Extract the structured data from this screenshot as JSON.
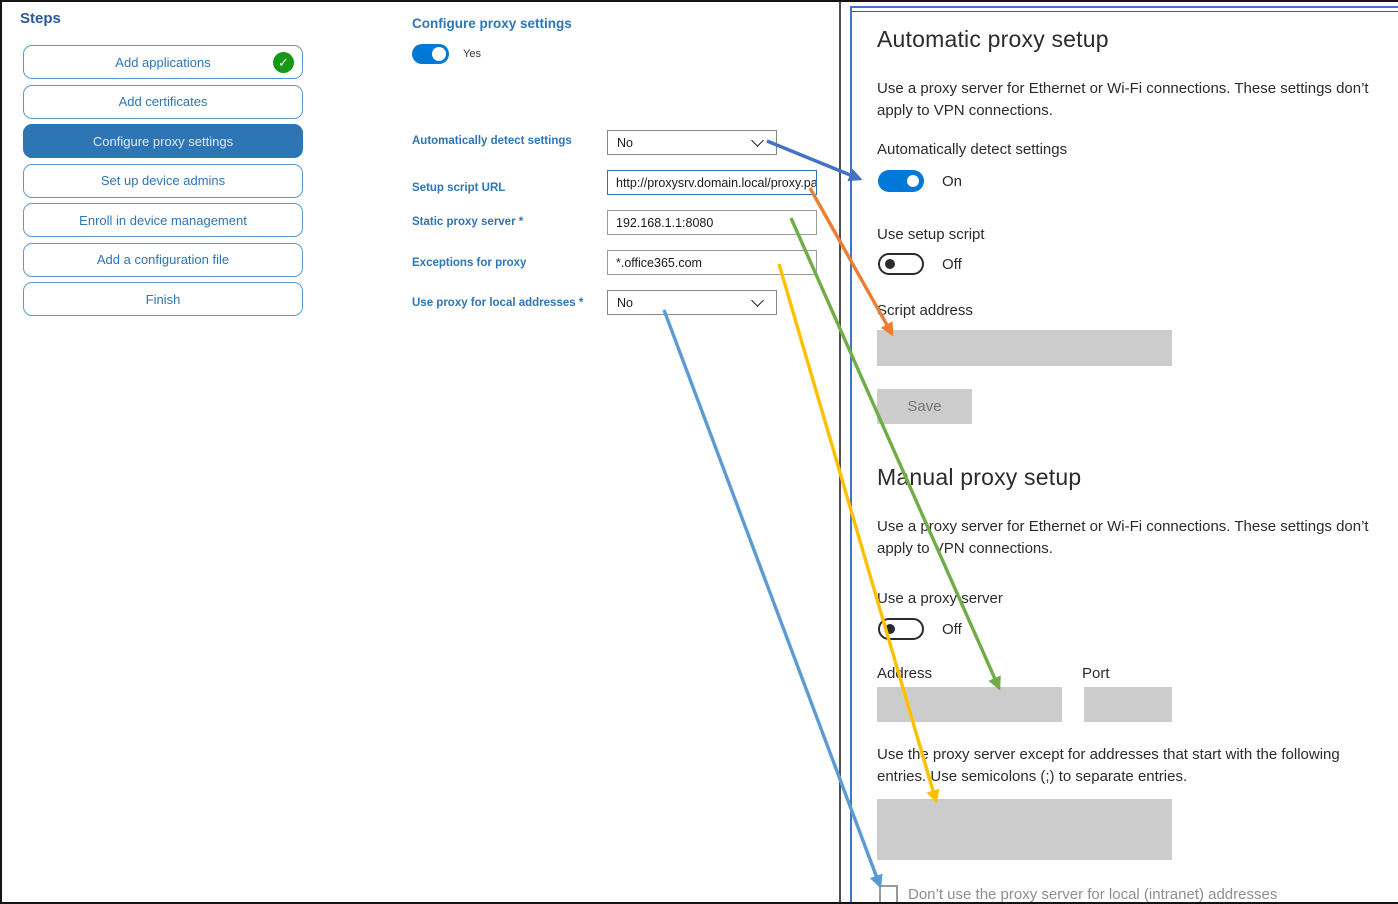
{
  "sidebar": {
    "title": "Steps",
    "items": [
      {
        "label": "Add applications",
        "completed": true
      },
      {
        "label": "Add certificates"
      },
      {
        "label": "Configure proxy settings",
        "selected": true
      },
      {
        "label": "Set up device admins"
      },
      {
        "label": "Enroll in device management"
      },
      {
        "label": "Add a configuration file"
      },
      {
        "label": "Finish"
      }
    ]
  },
  "form": {
    "title": "Configure proxy settings",
    "enable_toggle": {
      "label": "Yes",
      "state": "on"
    },
    "fields": [
      {
        "label": "Automatically detect settings",
        "type": "dropdown",
        "value": "No"
      },
      {
        "label": "Setup script URL",
        "type": "text",
        "value": "http://proxysrv.domain.local/proxy.pa",
        "focused": true
      },
      {
        "label": "Static proxy server *",
        "type": "text",
        "value": "192.168.1.1:8080"
      },
      {
        "label": "Exceptions for proxy",
        "type": "text",
        "value": "*.office365.com"
      },
      {
        "label": "Use proxy for local addresses *",
        "type": "dropdown",
        "value": "No"
      }
    ]
  },
  "settings_panel": {
    "automatic": {
      "heading": "Automatic proxy setup",
      "description": "Use a proxy server for Ethernet or Wi-Fi connections. These settings don’t apply to VPN connections.",
      "detect_label": "Automatically detect settings",
      "detect_state": "On",
      "script_toggle_label": "Use setup script",
      "script_toggle_state": "Off",
      "script_address_label": "Script address",
      "save_label": "Save"
    },
    "manual": {
      "heading": "Manual proxy setup",
      "description": "Use a proxy server for Ethernet or Wi-Fi connections. These settings don’t apply to VPN connections.",
      "proxy_toggle_label": "Use a proxy server",
      "proxy_toggle_state": "Off",
      "address_label": "Address",
      "port_label": "Port",
      "exceptions_description": "Use the proxy server except for addresses that start with the following entries. Use semicolons (;) to separate entries.",
      "local_checkbox_label": "Don’t use the proxy server for local (intranet) addresses",
      "local_checkbox_checked": false
    }
  },
  "arrows": [
    {
      "name": "detect-setting-mapping",
      "color": "#4472C4"
    },
    {
      "name": "setup-script-url-mapping",
      "color": "#ED7D31"
    },
    {
      "name": "static-proxy-mapping",
      "color": "#70AD47"
    },
    {
      "name": "proxy-exceptions-mapping",
      "color": "#FFC000"
    },
    {
      "name": "local-addresses-mapping",
      "color": "#5B9BD5"
    }
  ],
  "colors": {
    "accent_blue": "#2E75B6",
    "sidebar_border_blue": "#5B9BD5",
    "toggle_on_blue": "#0078D7",
    "completed_green": "#149a14",
    "panel_border_blue": "#4472C4",
    "disabled_gray": "#cccccc"
  }
}
